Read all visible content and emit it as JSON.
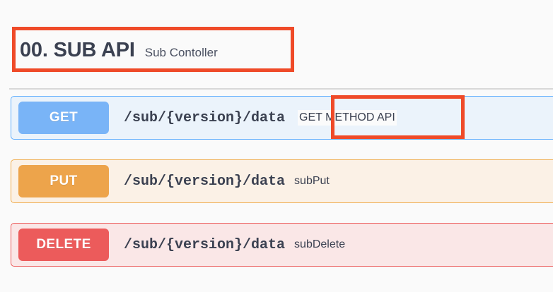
{
  "page": {
    "background_color": "#fafafa"
  },
  "tag": {
    "title": "00. SUB API",
    "subtitle": "Sub Contoller"
  },
  "annotations": {
    "color": "#ef4a28",
    "header_box_target": "00. SUB API Sub Contoller",
    "get_summary_box_target": "GET METHOD API"
  },
  "operations": [
    {
      "method": "GET",
      "path": "/sub/{version}/data",
      "summary": "GET METHOD API",
      "border_color": "#61affe",
      "background_color": "#ebf3fb",
      "badge_color": "#79b4f7"
    },
    {
      "method": "PUT",
      "path": "/sub/{version}/data",
      "summary": "subPut",
      "border_color": "#f0ad4e",
      "background_color": "#fbf1e6",
      "badge_color": "#eda44b"
    },
    {
      "method": "DELETE",
      "path": "/sub/{version}/data",
      "summary": "subDelete",
      "border_color": "#ec5b5b",
      "background_color": "#fae7e7",
      "badge_color": "#ec5b5b"
    }
  ]
}
